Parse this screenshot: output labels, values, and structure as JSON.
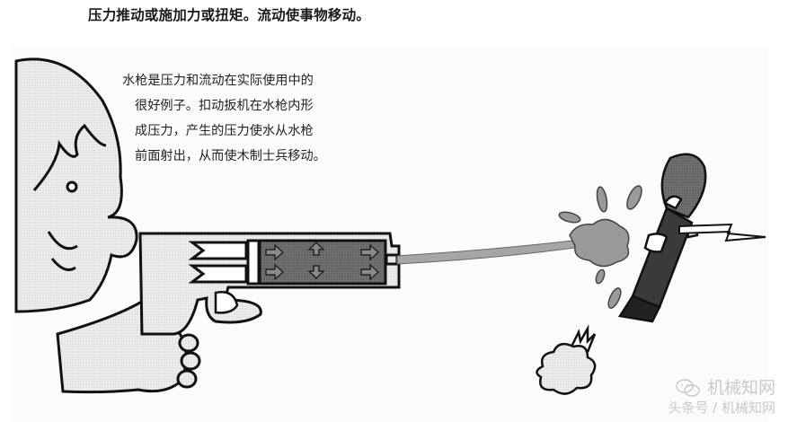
{
  "caption": {
    "text": "压力推动或施加力或扭矩。流动使事物移动。"
  },
  "figure": {
    "description_lines": [
      "水枪是压力和流动在实际使用中的",
      "很好例子。扣动扳机在水枪内形",
      "成压力，产生的压力使水从水枪",
      "前面射出，从而使木制士兵移动。"
    ],
    "illustration": {
      "subject": "boy-holding-water-pistol",
      "target": "toy-soldier",
      "arrows_in_chamber": [
        "right",
        "up",
        "right",
        "right",
        "down",
        "right"
      ]
    },
    "colors": {
      "line": "#111111",
      "skin_fill": "#e4e4e4",
      "chamber_fill": "#6e6e6e",
      "soldier_fill": "#3a3a3a",
      "splash_fill": "#9a9a9a"
    }
  },
  "watermark": {
    "icon": "wechat-icon",
    "brand": "机械知网",
    "source": "头条号 / 机械知网",
    "color": "#c9c9c9"
  }
}
